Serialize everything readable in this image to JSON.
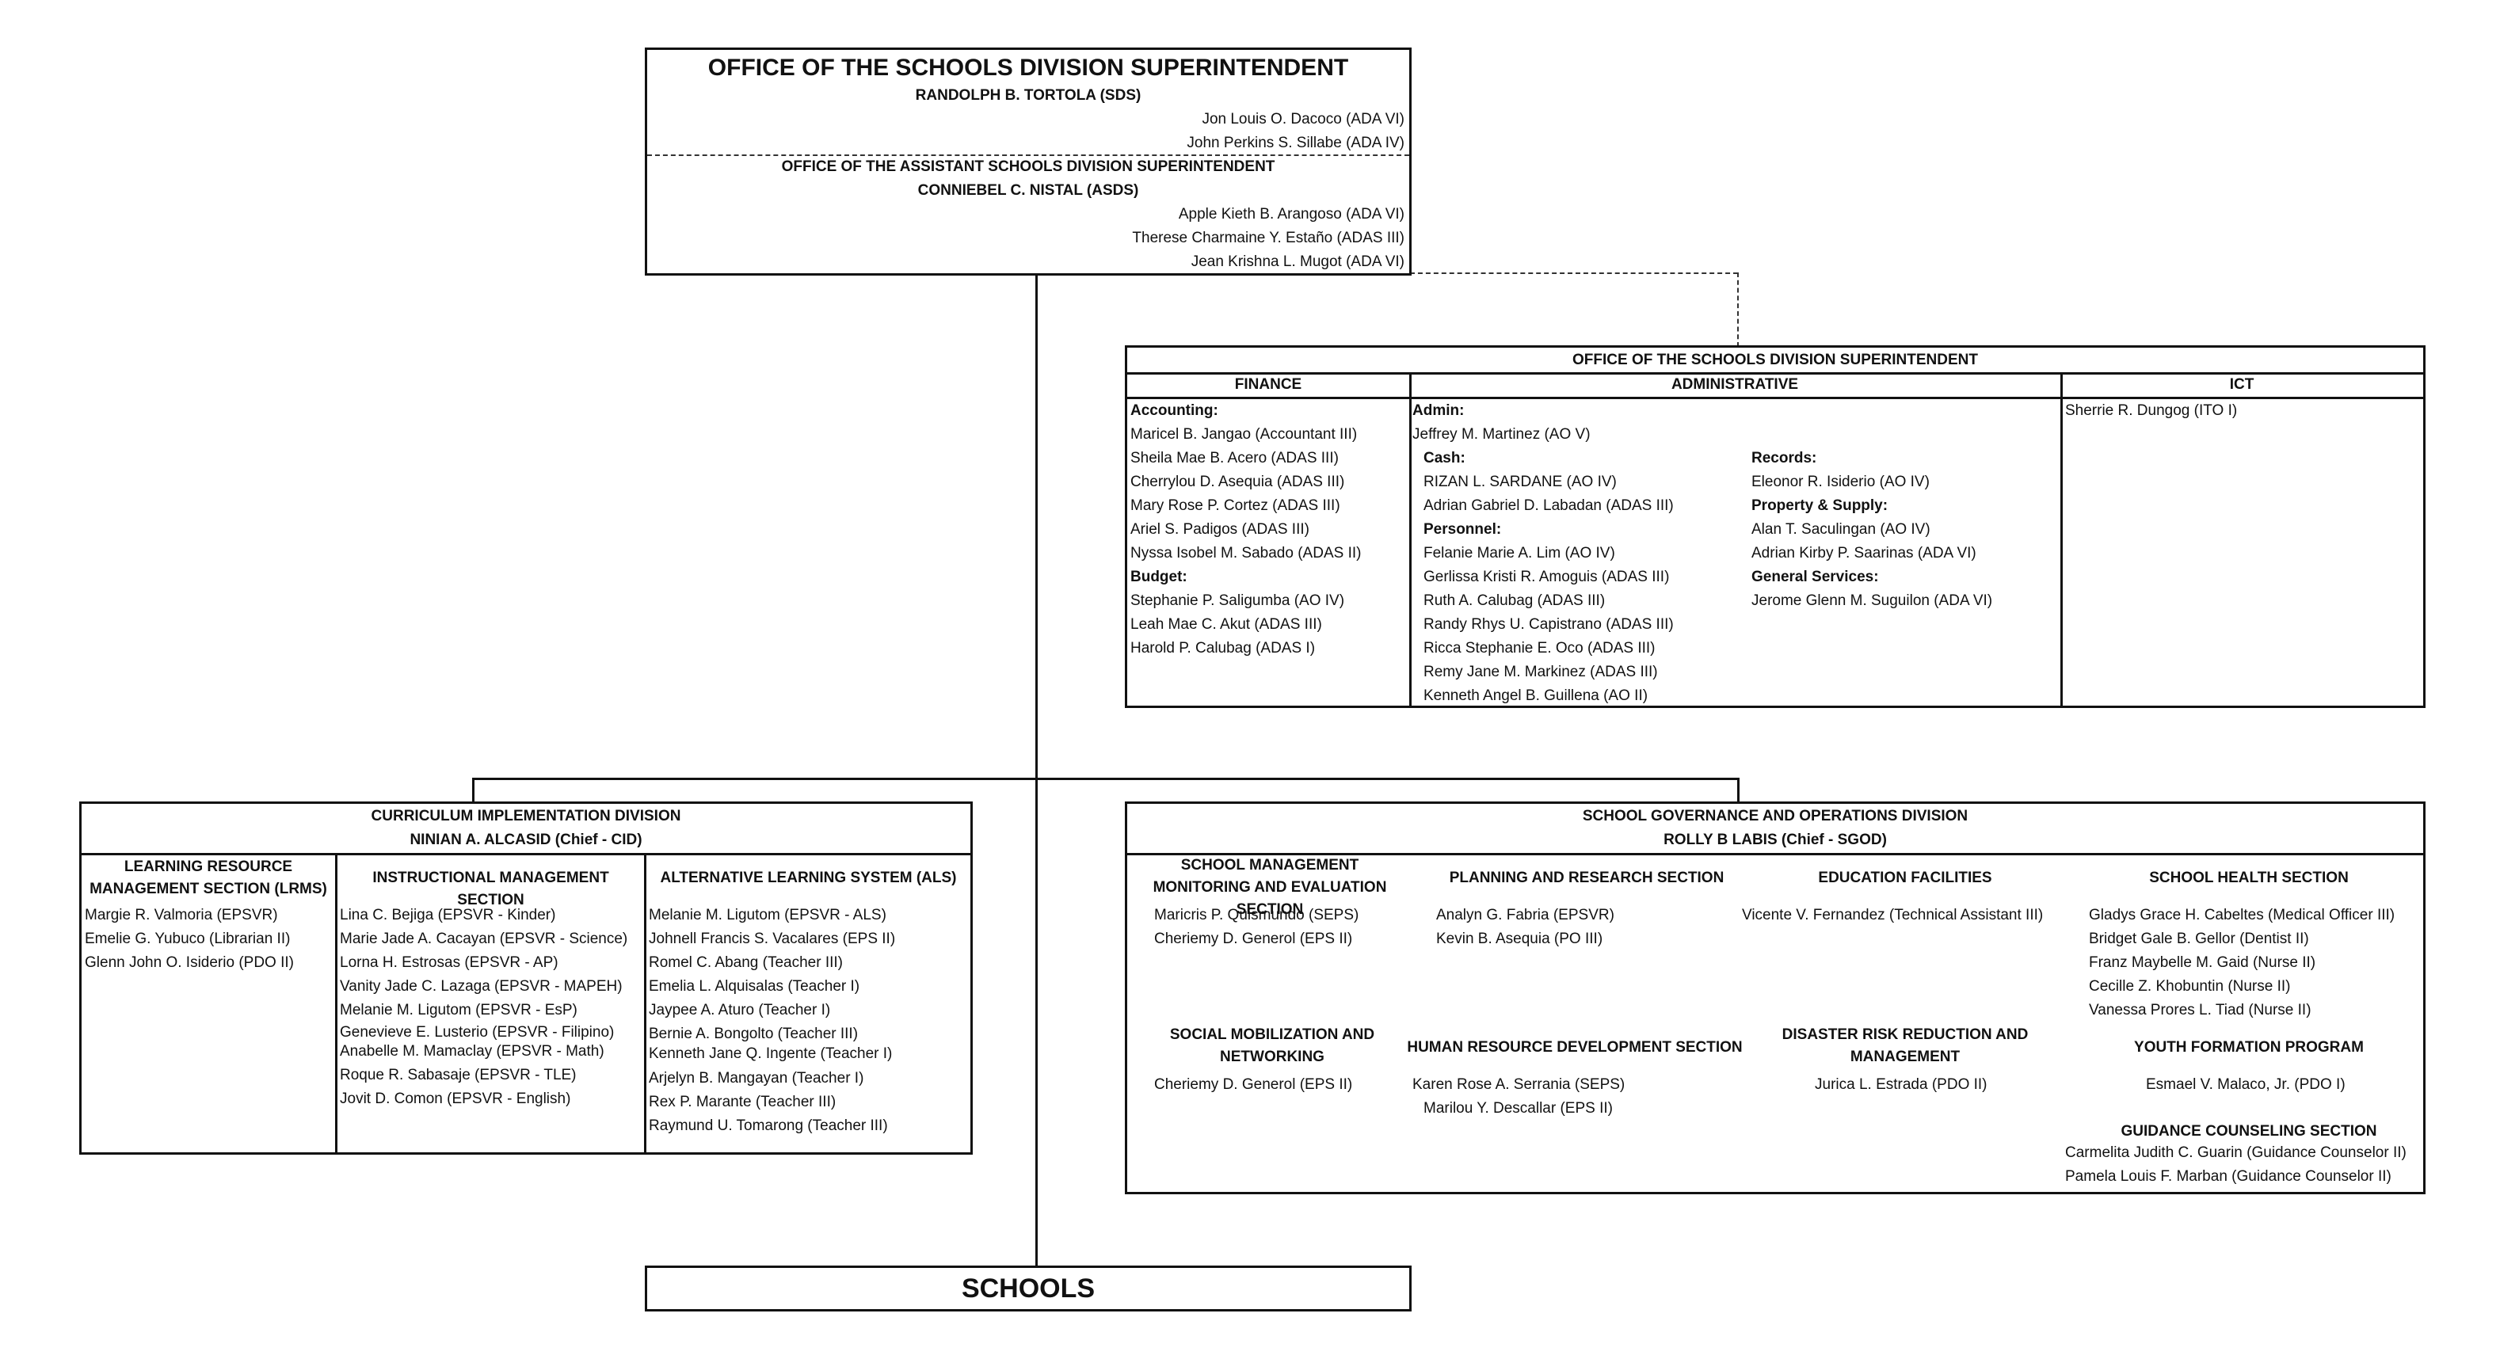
{
  "sds": {
    "title": "OFFICE OF THE SCHOOLS DIVISION SUPERINTENDENT",
    "head": "RANDOLPH B. TORTOLA (SDS)",
    "staff": [
      "Jon Louis O. Dacoco (ADA VI)",
      "John Perkins S. Sillabe (ADA IV)"
    ]
  },
  "asds": {
    "title": "OFFICE OF THE ASSISTANT SCHOOLS DIVISION SUPERINTENDENT",
    "head": "CONNIEBEL C. NISTAL (ASDS)",
    "staff": [
      "Apple Kieth B. Arangoso (ADA VI)",
      "Therese Charmaine Y. Estaño (ADAS III)",
      "Jean Krishna L. Mugot (ADA VI)"
    ]
  },
  "sds_support": {
    "title": "OFFICE OF THE SCHOOLS DIVISION SUPERINTENDENT",
    "finance": {
      "header": "FINANCE",
      "accounting_label": "Accounting:",
      "accounting": [
        "Maricel B. Jangao (Accountant III)",
        "Sheila Mae B. Acero (ADAS III)",
        "Cherrylou D. Asequia (ADAS III)",
        "Mary Rose P. Cortez (ADAS III)",
        "Ariel S. Padigos (ADAS III)",
        "Nyssa Isobel M. Sabado (ADAS II)"
      ],
      "budget_label": "Budget:",
      "budget": [
        "Stephanie P. Saligumba (AO IV)",
        "Leah Mae C. Akut (ADAS III)",
        "Harold P. Calubag (ADAS I)"
      ]
    },
    "administrative": {
      "header": "ADMINISTRATIVE",
      "admin_label": "Admin:",
      "admin": "Jeffrey M. Martinez (AO V)",
      "cash_label": "Cash:",
      "cash": [
        "RIZAN L. SARDANE (AO IV)",
        "Adrian Gabriel D. Labadan (ADAS III)"
      ],
      "personnel_label": "Personnel:",
      "personnel": [
        "Felanie Marie A. Lim (AO IV)",
        "Gerlissa Kristi R. Amoguis (ADAS III)",
        "Ruth A. Calubag (ADAS III)",
        "Randy Rhys U. Capistrano (ADAS III)",
        "Ricca Stephanie E. Oco (ADAS III)",
        "Remy Jane M. Markinez (ADAS III)",
        "Kenneth Angel B. Guillena (AO II)"
      ],
      "records_label": "Records:",
      "records": "Eleonor R. Isiderio (AO IV)",
      "property_label": "Property & Supply:",
      "property": [
        "Alan T. Saculingan (AO IV)",
        "Adrian Kirby P. Saarinas (ADA VI)"
      ],
      "general_label": "General Services:",
      "general": "Jerome Glenn M. Suguilon (ADA VI)"
    },
    "ict": {
      "header": "ICT",
      "staff": "Sherrie R. Dungog (ITO I)"
    }
  },
  "cid": {
    "title": "CURRICULUM IMPLEMENTATION DIVISION",
    "head": "NINIAN A. ALCASID (Chief - CID)",
    "lrms": {
      "header": "LEARNING RESOURCE MANAGEMENT SECTION (LRMS)",
      "staff": [
        "Margie R. Valmoria (EPSVR)",
        "Emelie G. Yubuco (Librarian II)",
        "Glenn John O. Isiderio (PDO II)"
      ]
    },
    "ims": {
      "header": "INSTRUCTIONAL MANAGEMENT SECTION",
      "staff": [
        "Lina C. Bejiga (EPSVR - Kinder)",
        "Marie Jade A. Cacayan (EPSVR - Science)",
        "Lorna H. Estrosas (EPSVR - AP)",
        "Vanity Jade C. Lazaga (EPSVR - MAPEH)",
        "Melanie M. Ligutom (EPSVR - EsP)",
        "Genevieve E. Lusterio (EPSVR - Filipino)",
        "Anabelle M. Mamaclay (EPSVR - Math)",
        "Roque R. Sabasaje (EPSVR - TLE)",
        "Jovit D. Comon (EPSVR - English)"
      ]
    },
    "als": {
      "header": "ALTERNATIVE LEARNING SYSTEM (ALS)",
      "staff": [
        "Melanie M. Ligutom (EPSVR - ALS)",
        "Johnell Francis S. Vacalares (EPS II)",
        "Romel C. Abang (Teacher III)",
        "Emelia L. Alquisalas (Teacher I)",
        "Jaypee A. Aturo (Teacher I)",
        "Bernie A. Bongolto (Teacher III)",
        "Kenneth Jane Q. Ingente (Teacher I)",
        "Arjelyn B. Mangayan (Teacher I)",
        "Rex P. Marante (Teacher III)",
        "Raymund U. Tomarong (Teacher III)"
      ]
    }
  },
  "sgod": {
    "title": "SCHOOL GOVERNANCE AND OPERATIONS DIVISION",
    "head": "ROLLY B LABIS (Chief - SGOD)",
    "smme": {
      "header": "SCHOOL MANAGEMENT MONITORING AND EVALUATION SECTION",
      "staff": [
        "Maricris P. Quismundo (SEPS)",
        "Cheriemy D. Generol (EPS II)"
      ]
    },
    "prs": {
      "header": "PLANNING AND RESEARCH SECTION",
      "staff": [
        "Analyn G. Fabria (EPSVR)",
        "Kevin B. Asequia (PO III)"
      ]
    },
    "ef": {
      "header": "EDUCATION FACILITIES",
      "staff": [
        "Vicente V. Fernandez (Technical Assistant III)"
      ]
    },
    "shs": {
      "header": "SCHOOL HEALTH SECTION",
      "staff": [
        "Gladys Grace H. Cabeltes (Medical Officer III)",
        "Bridget Gale B. Gellor (Dentist II)",
        "Franz Maybelle M. Gaid (Nurse II)",
        "Cecille Z. Khobuntin (Nurse II)",
        "Vanessa Prores L. Tiad (Nurse II)"
      ]
    },
    "smn": {
      "header": "SOCIAL MOBILIZATION AND NETWORKING",
      "staff": [
        "Cheriemy D. Generol (EPS II)"
      ]
    },
    "hrd": {
      "header": "HUMAN RESOURCE DEVELOPMENT SECTION",
      "staff": [
        "Karen Rose A. Serrania (SEPS)",
        "Marilou Y. Descallar (EPS II)"
      ]
    },
    "drrm": {
      "header": "DISASTER RISK REDUCTION AND MANAGEMENT",
      "staff": [
        "Jurica L. Estrada (PDO II)"
      ]
    },
    "yfp": {
      "header": "YOUTH FORMATION PROGRAM",
      "staff": [
        "Esmael V. Malaco, Jr. (PDO I)"
      ]
    },
    "gcs": {
      "header": "GUIDANCE COUNSELING SECTION",
      "staff": [
        "Carmelita Judith C. Guarin (Guidance Counselor II)",
        "Pamela Louis F. Marban (Guidance Counselor II)"
      ]
    }
  },
  "schools": {
    "label": "SCHOOLS"
  }
}
